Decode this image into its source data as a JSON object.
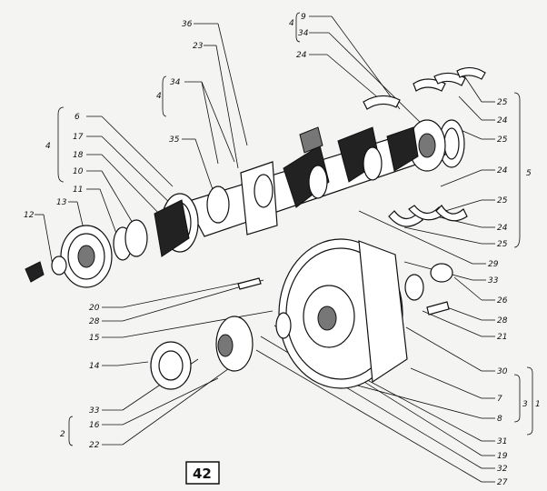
{
  "figure_number": "42",
  "labels": {
    "l9": "9",
    "l36": "36",
    "l4a": "4",
    "l34a": "34",
    "l23": "23",
    "l24a": "24",
    "l4b": "4",
    "l34b": "34",
    "l25a": "25",
    "l6": "6",
    "l24b": "24",
    "l4c": "4",
    "l17": "17",
    "l35": "35",
    "l25b": "25",
    "l18": "18",
    "l10": "10",
    "l24c": "24",
    "l5": "5",
    "l11": "11",
    "l13": "13",
    "l25c": "25",
    "l12": "12",
    "l24d": "24",
    "l25d": "25",
    "l29": "29",
    "l33a": "33",
    "l20": "20",
    "l26": "26",
    "l28a": "28",
    "l28b": "28",
    "l15": "15",
    "l21": "21",
    "l14": "14",
    "l30": "30",
    "l7": "7",
    "l3": "3",
    "l1": "1",
    "l33b": "33",
    "l8": "8",
    "l16": "16",
    "l2": "2",
    "l22": "22",
    "l31": "31",
    "l19": "19",
    "l32": "32",
    "l27": "27"
  }
}
